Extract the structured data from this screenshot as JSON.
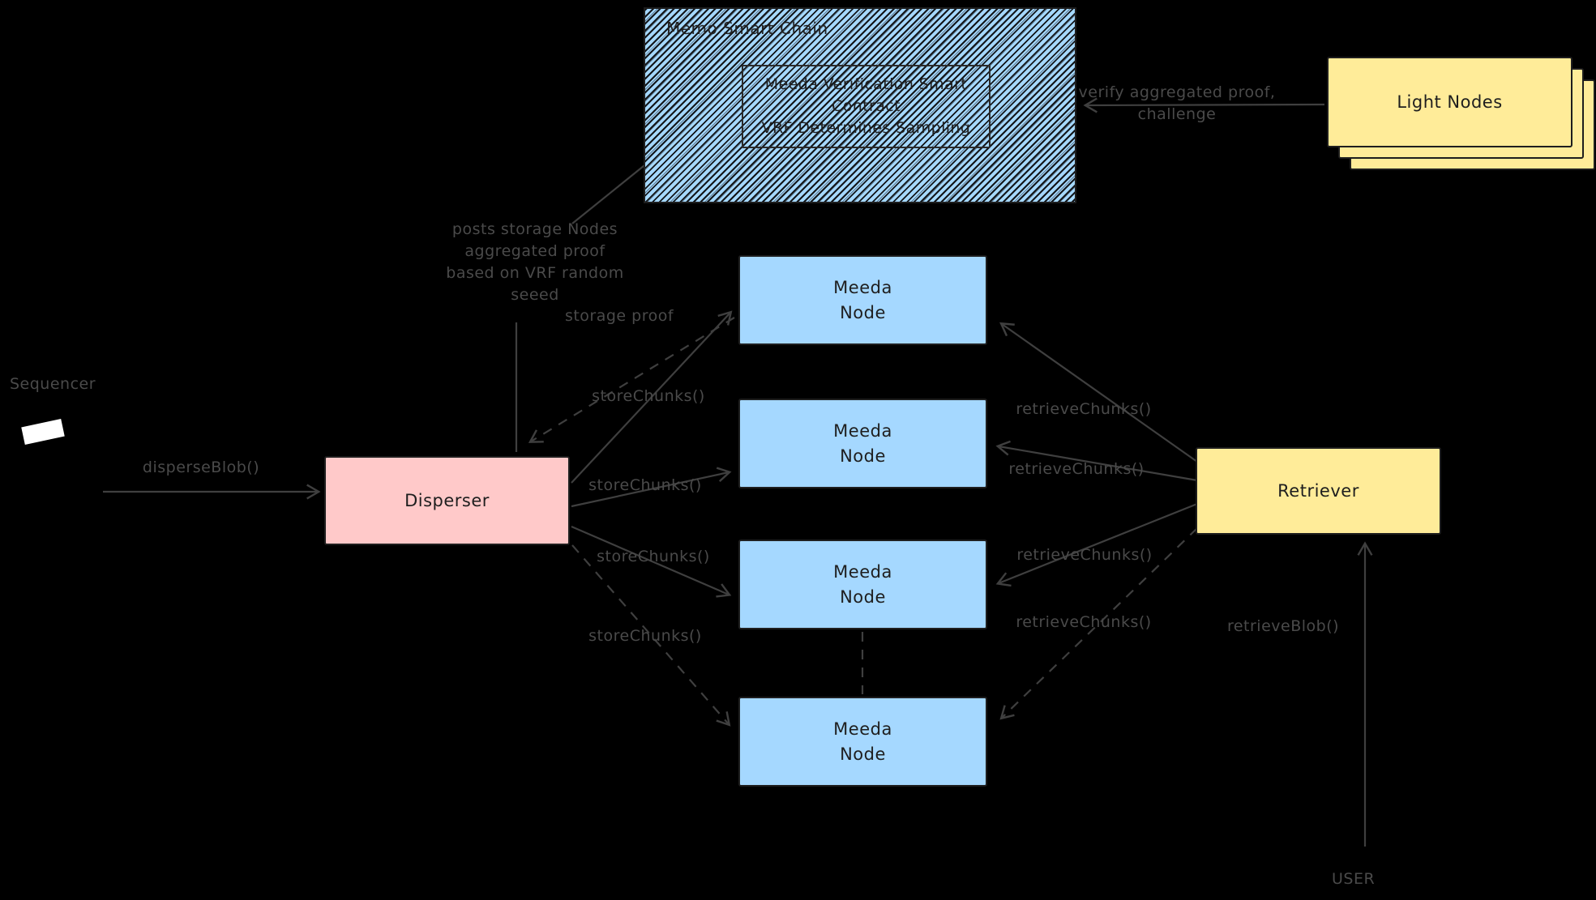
{
  "colors": {
    "bg": "#000000",
    "blue": "#A5D8FF",
    "pink": "#FFC9C9",
    "yellow": "#FFEC99",
    "border": "#1e1e1e",
    "label": "#4a4a4a",
    "arrow": "#3f3f3f",
    "white": "#ffffff"
  },
  "chain_box": {
    "title": "Memo Smart Chain",
    "contract_lines": [
      "Meeda Verification Smart",
      "Contract",
      "VRF Determines Sampling"
    ]
  },
  "boxes": {
    "light_nodes": "Light Nodes",
    "disperser": "Disperser",
    "retriever": "Retriever",
    "meeda_node": {
      "line1": "Meeda",
      "line2": "Node"
    }
  },
  "actors": {
    "sequencer": "Sequencer",
    "user": "USER"
  },
  "edge_labels": {
    "verify": [
      "verify aggregated proof,",
      "challenge"
    ],
    "posts_proof": [
      "posts storage Nodes",
      "aggregated proof",
      "based on VRF random",
      "seeed"
    ],
    "disperse_blob": "disperseBlob()",
    "storage_proof": "storage proof",
    "store_chunks": "storeChunks()",
    "retrieve_chunks": "retrieveChunks()",
    "retrieve_blob": "retrieveBlob()"
  }
}
